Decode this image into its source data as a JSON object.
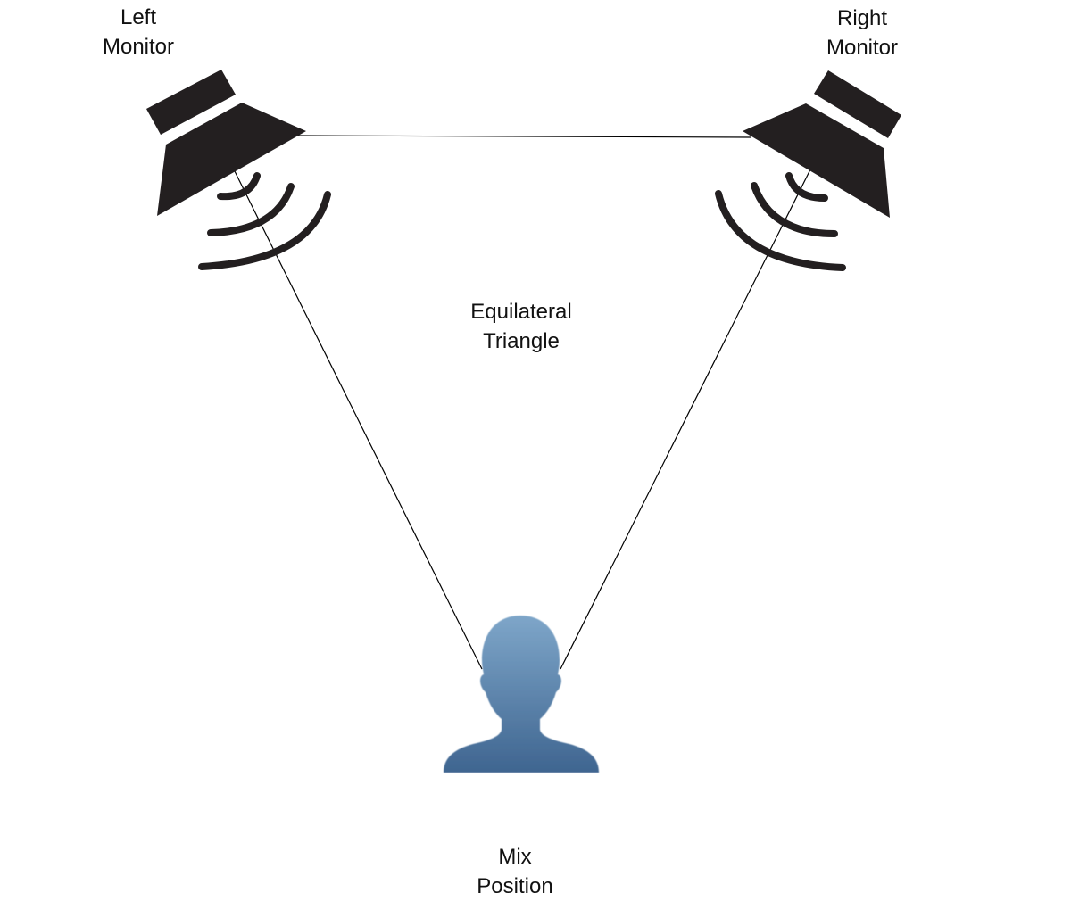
{
  "diagram": {
    "title": "Studio monitor placement - equilateral triangle",
    "labels": {
      "left_monitor": [
        "Left",
        "Monitor"
      ],
      "right_monitor": [
        "Right",
        "Monitor"
      ],
      "center": [
        "Equilateral",
        "Triangle"
      ],
      "listener": [
        "Mix",
        "Position"
      ]
    },
    "nodes": [
      {
        "id": "left-monitor",
        "icon": "speaker-icon"
      },
      {
        "id": "right-monitor",
        "icon": "speaker-icon"
      },
      {
        "id": "mix-position",
        "icon": "person-silhouette-icon"
      }
    ],
    "edges": [
      {
        "from": "left-monitor",
        "to": "right-monitor"
      },
      {
        "from": "left-monitor",
        "to": "mix-position"
      },
      {
        "from": "right-monitor",
        "to": "mix-position"
      }
    ],
    "colors": {
      "speaker": "#231f20",
      "line": "#000000",
      "person_top": "#7ea6c9",
      "person_bottom": "#3f6590",
      "text": "#111111"
    }
  }
}
